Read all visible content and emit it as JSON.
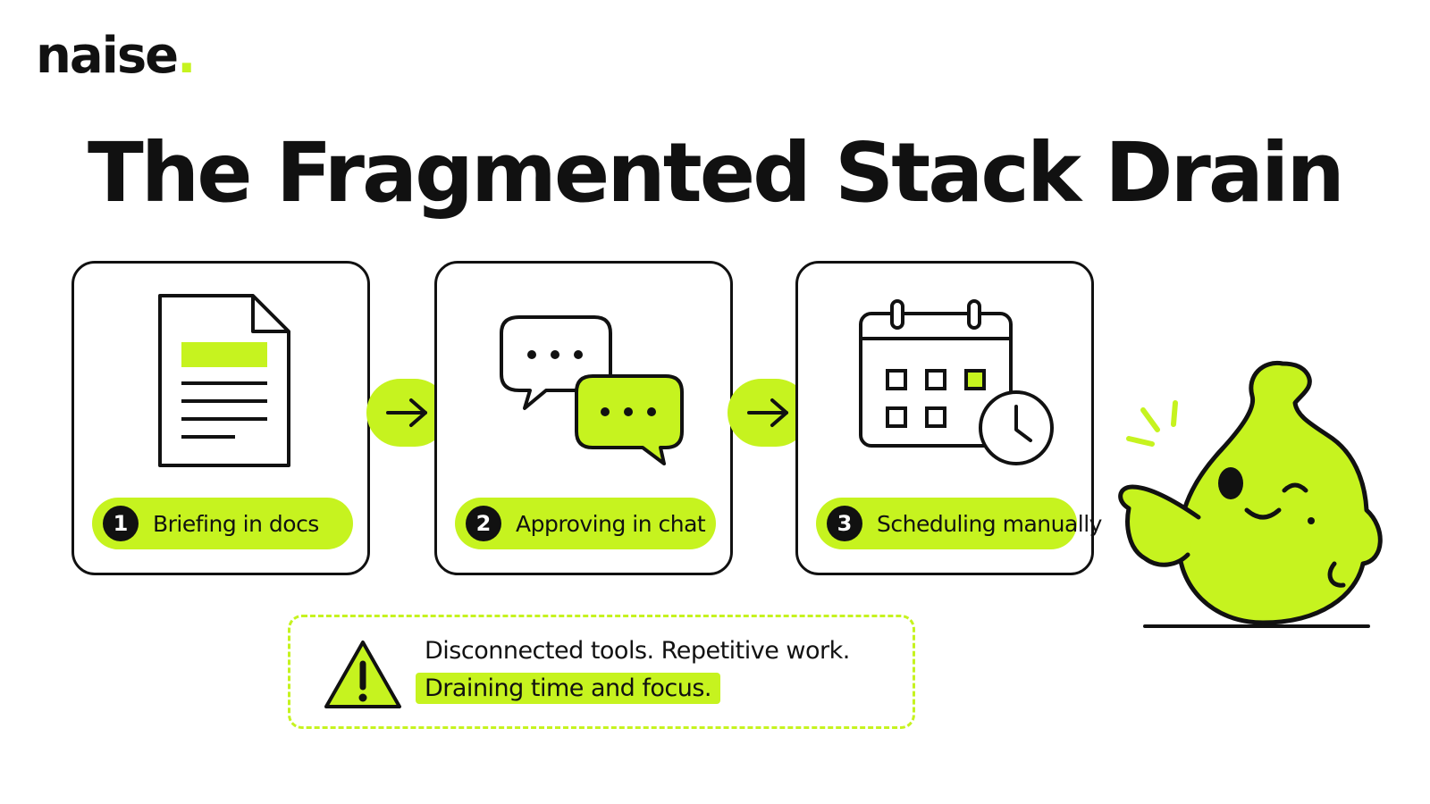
{
  "brand": {
    "name": "naise",
    "dot": ".",
    "accent": "#c6f31f",
    "ink": "#111111"
  },
  "title": "The Fragmented Stack Drain",
  "steps": [
    {
      "number": "1",
      "label": "Briefing in docs",
      "icon": "document-icon"
    },
    {
      "number": "2",
      "label": "Approving in chat",
      "icon": "chat-bubbles-icon"
    },
    {
      "number": "3",
      "label": "Scheduling manually",
      "icon": "calendar-clock-icon"
    }
  ],
  "connectors": [
    "arrow-right-icon",
    "arrow-right-icon"
  ],
  "warning": {
    "icon": "warning-triangle-icon",
    "line1": "Disconnected tools. Repetitive work.",
    "line2": "Draining time and focus."
  },
  "mascot": {
    "icon": "blob-mascot-pointing-icon"
  }
}
